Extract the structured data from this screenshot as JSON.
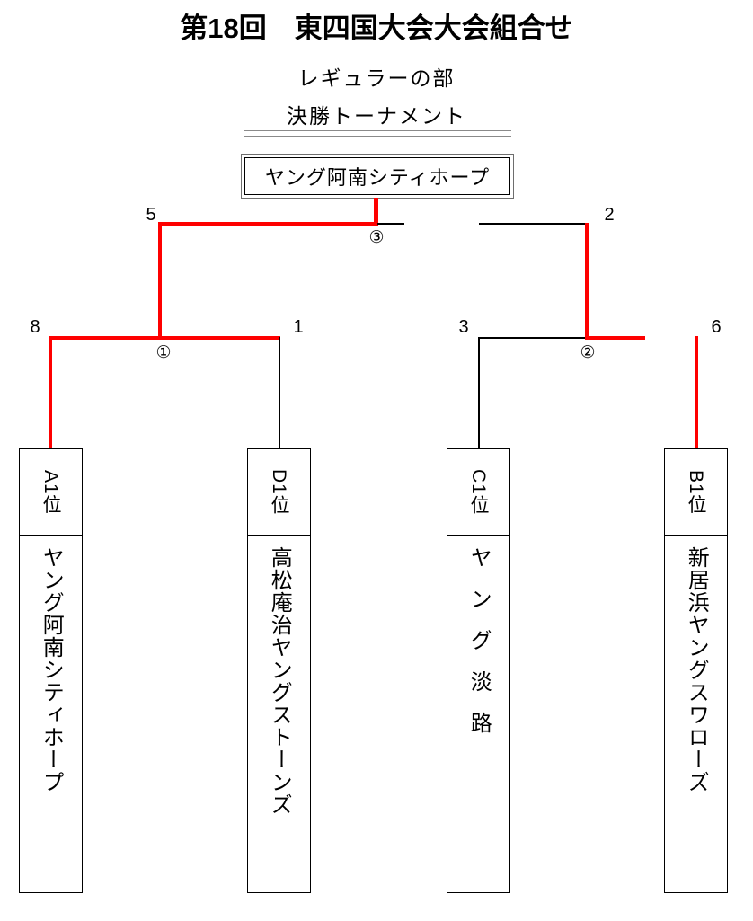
{
  "header": {
    "title": "第18回　東四国大会大会組合せ",
    "subtitle1": "レギュラーの部",
    "subtitle2": "決勝トーナメント"
  },
  "champion": {
    "label": "ヤング阿南シティホープ"
  },
  "colors": {
    "winner_path": "#FE0000",
    "line": "#000000",
    "rule": "#8A8A8A"
  },
  "seeds": {
    "s5": "5",
    "s2": "2",
    "s8": "8",
    "s1": "1",
    "s3": "3",
    "s6": "6"
  },
  "matches": {
    "m1": "①",
    "m2": "②",
    "m3": "③"
  },
  "teams": [
    {
      "rank": "A1位",
      "name": "ヤング阿南シティホープ"
    },
    {
      "rank": "D1位",
      "name": "高松庵治ヤングストーンズ"
    },
    {
      "rank": "C1位",
      "name": "ヤング淡路"
    },
    {
      "rank": "B1位",
      "name": "新居浜ヤングスワローズ"
    }
  ]
}
